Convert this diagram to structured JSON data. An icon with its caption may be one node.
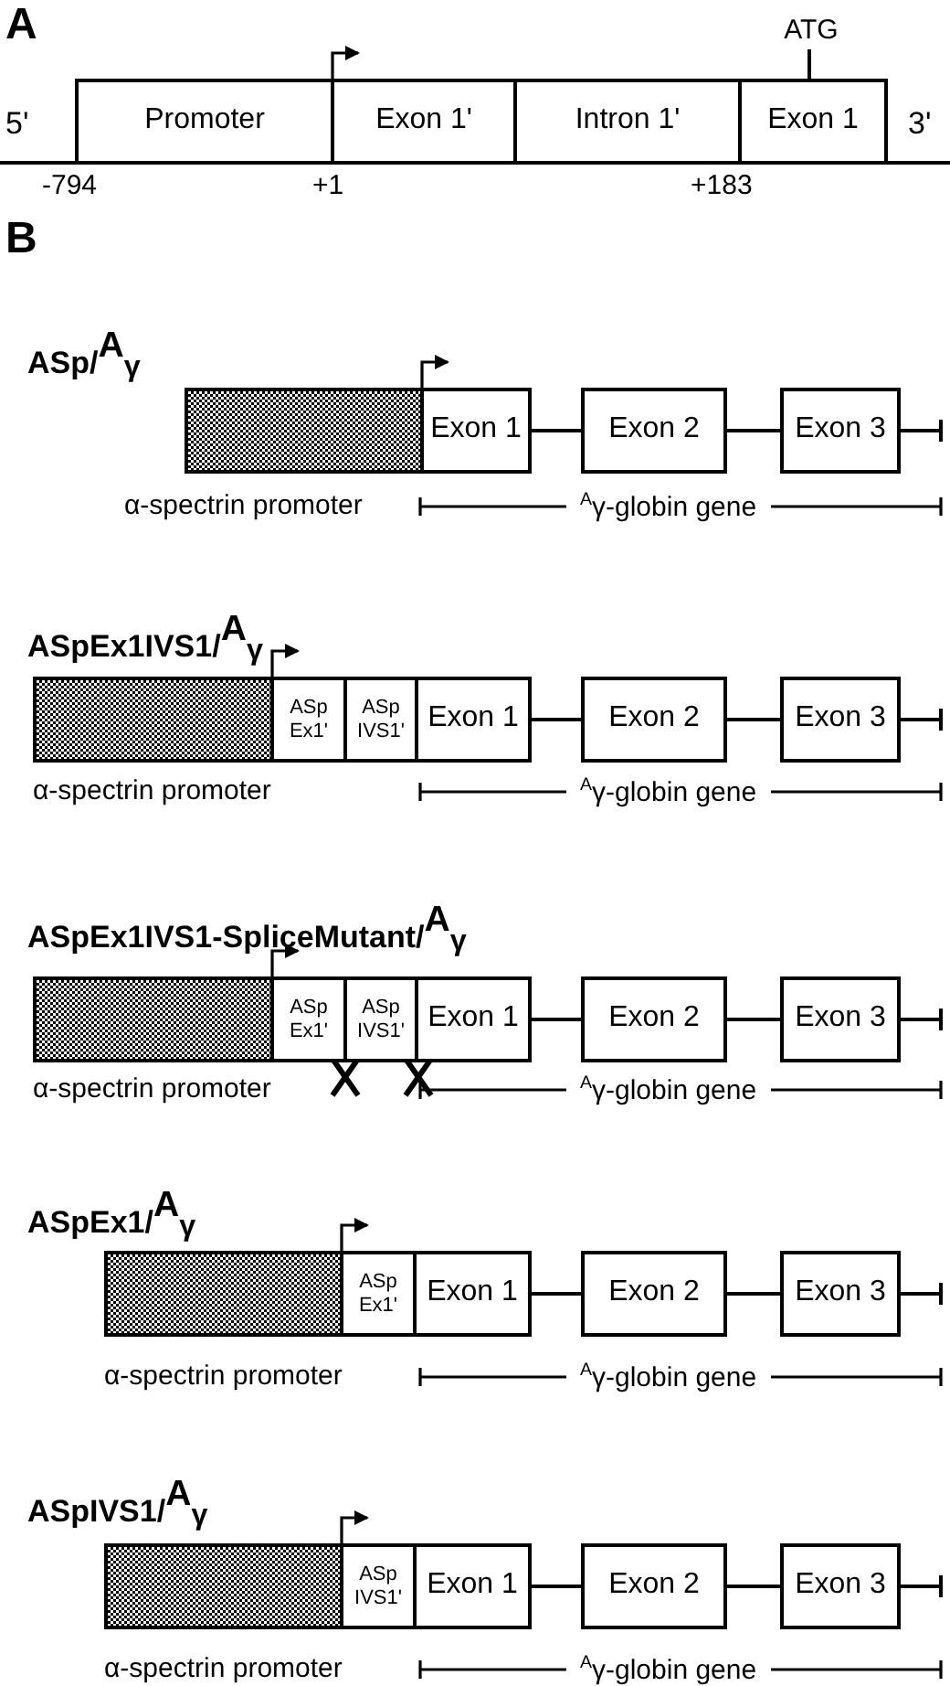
{
  "diagram": {
    "nodes": [
      {
        "text": [
          "Promoter"
        ]
      },
      {
        "text": [
          "Exon 1'"
        ]
      },
      {
        "text": [
          "Intron 1'"
        ]
      },
      {
        "text": [
          "Exon 1"
        ]
      },
      {
        "text": [
          "ATG"
        ]
      },
      {
        "text": [],
        "shape": "box",
        "beside": [
          "α-spectrin promoter"
        ]
      },
      {
        "text": [
          "Exon 1"
        ]
      },
      {
        "text": [
          "Exon 2"
        ]
      },
      {
        "text": [
          "Exon 3"
        ]
      },
      {
        "text": [],
        "shape": "box",
        "beside": [
          "α-spectrin promoter"
        ]
      },
      {
        "text": [
          "ASp Ex1'"
        ]
      },
      {
        "text": [
          "ASp IVS1'"
        ]
      },
      {
        "text": [
          "Exon 1"
        ]
      },
      {
        "text": [
          "Exon 2"
        ]
      },
      {
        "text": [
          "Exon 3"
        ]
      },
      {
        "text": [],
        "shape": "box",
        "beside": [
          "α-spectrin promoter"
        ]
      },
      {
        "text": [
          "ASp Ex1'"
        ]
      },
      {
        "text": [
          "ASp IVS1'"
        ]
      },
      {
        "text": [
          "Exon 1"
        ]
      },
      {
        "text": [
          "Exon 2"
        ]
      },
      {
        "text": [
          "Exon 3"
        ]
      },
      {
        "text": [],
        "shape": "box",
        "beside": [
          "α-spectrin promoter"
        ]
      },
      {
        "text": [
          "ASp Ex1'"
        ]
      },
      {
        "text": [
          "Exon 1"
        ]
      },
      {
        "text": [
          "Exon 2"
        ]
      },
      {
        "text": [
          "Exon 3"
        ]
      },
      {
        "text": [],
        "shape": "box",
        "beside": [
          "α-spectrin promoter"
        ]
      },
      {
        "text": [
          "ASp IVS1'"
        ]
      },
      {
        "text": [
          "Exon 1"
        ]
      },
      {
        "text": [
          "Exon 2"
        ]
      },
      {
        "text": [
          "Exon 3"
        ]
      }
    ],
    "edges": [
      {
        "from": 4,
        "to": 3,
        "arrow": "none"
      },
      {
        "from": 6,
        "to": 7,
        "arrow": "none"
      },
      {
        "from": 7,
        "to": 8,
        "arrow": "none"
      },
      {
        "from": 8,
        "to": null,
        "arrow": "other"
      },
      {
        "from": 12,
        "to": 13,
        "arrow": "none"
      },
      {
        "from": 13,
        "to": 14,
        "arrow": "none"
      },
      {
        "from": 14,
        "to": null,
        "arrow": "other"
      },
      {
        "from": 18,
        "to": 19,
        "arrow": "none"
      },
      {
        "from": 19,
        "to": 20,
        "arrow": "none"
      },
      {
        "from": 20,
        "to": null,
        "arrow": "other"
      },
      {
        "from": 23,
        "to": 24,
        "arrow": "none"
      },
      {
        "from": 24,
        "to": 25,
        "arrow": "none"
      },
      {
        "from": 25,
        "to": null,
        "arrow": "other"
      },
      {
        "from": 28,
        "to": 29,
        "arrow": "none"
      },
      {
        "from": 29,
        "to": 30,
        "arrow": "none"
      },
      {
        "from": 30,
        "to": null,
        "arrow": "other"
      }
    ],
    "labels": [
      "A",
      "5'",
      "3'",
      "-794",
      "+1",
      "+183",
      "B",
      "ASp/$^{A}$$_{γ}$",
      "$^{A}$γ-globin gene",
      "ASpEx1IVS1/$^{A}$$_{γ}$",
      "$^{A}$γ-globin gene",
      "ASpEx1IVS1-SpliceMutant/$^{A}$$_{γ}$",
      "$^{A}$γ-globin gene",
      "ASpEx1/$^{A}$$_{γ}$",
      "$^{A}$γ-globin gene",
      "ASpIVS1/$^{A}$$_{γ}$",
      "$^{A}$γ-globin gene"
    ]
  }
}
